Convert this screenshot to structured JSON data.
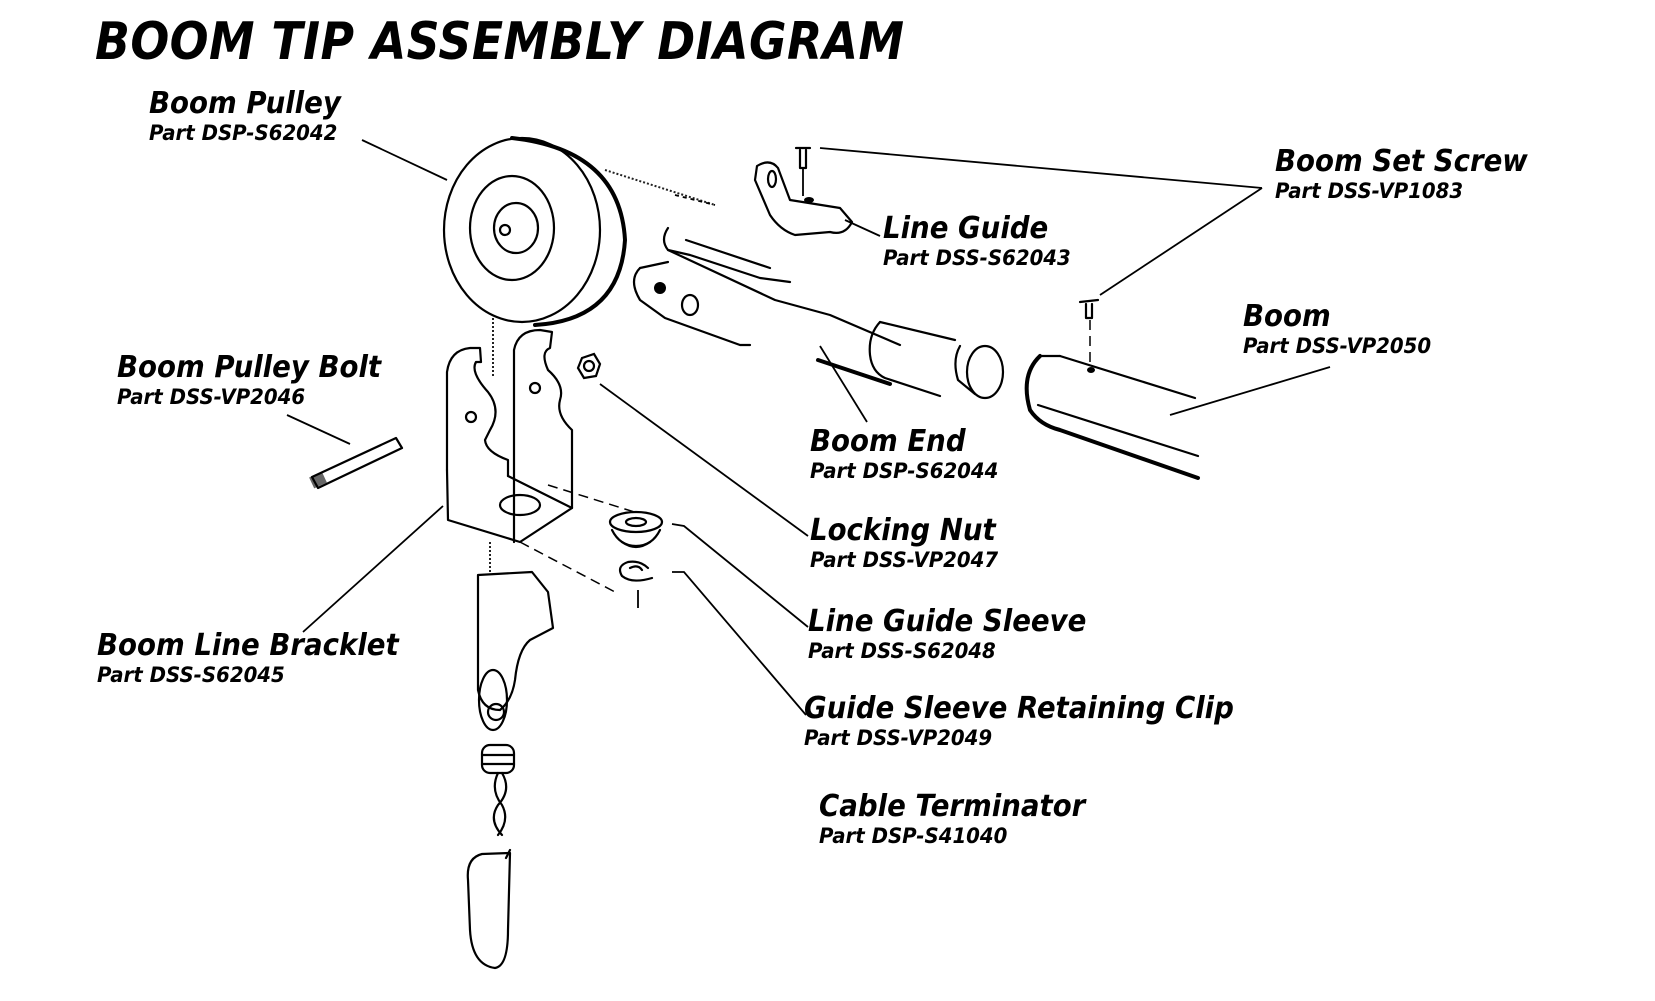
{
  "title": "BOOM TIP ASSEMBLY DIAGRAM",
  "parts": [
    {
      "id": "boom-pulley",
      "name": "Boom Pulley",
      "part": "Part DSP-S62042"
    },
    {
      "id": "boom-set-screw",
      "name": "Boom Set Screw",
      "part": "Part DSS-VP1083"
    },
    {
      "id": "line-guide",
      "name": "Line Guide",
      "part": "Part DSS-S62043"
    },
    {
      "id": "boom",
      "name": "Boom",
      "part": "Part DSS-VP2050"
    },
    {
      "id": "boom-pulley-bolt",
      "name": "Boom Pulley Bolt",
      "part": "Part DSS-VP2046"
    },
    {
      "id": "boom-end",
      "name": "Boom End",
      "part": "Part DSP-S62044"
    },
    {
      "id": "locking-nut",
      "name": "Locking Nut",
      "part": "Part DSS-VP2047"
    },
    {
      "id": "line-guide-sleeve",
      "name": "Line Guide Sleeve",
      "part": "Part DSS-S62048"
    },
    {
      "id": "boom-line-bracklet",
      "name": "Boom Line Bracklet",
      "part": "Part DSS-S62045"
    },
    {
      "id": "guide-sleeve-retaining-clip",
      "name": "Guide Sleeve Retaining Clip",
      "part": "Part DSS-VP2049"
    },
    {
      "id": "cable-terminator",
      "name": "Cable Terminator",
      "part": "Part DSP-S41040"
    }
  ]
}
